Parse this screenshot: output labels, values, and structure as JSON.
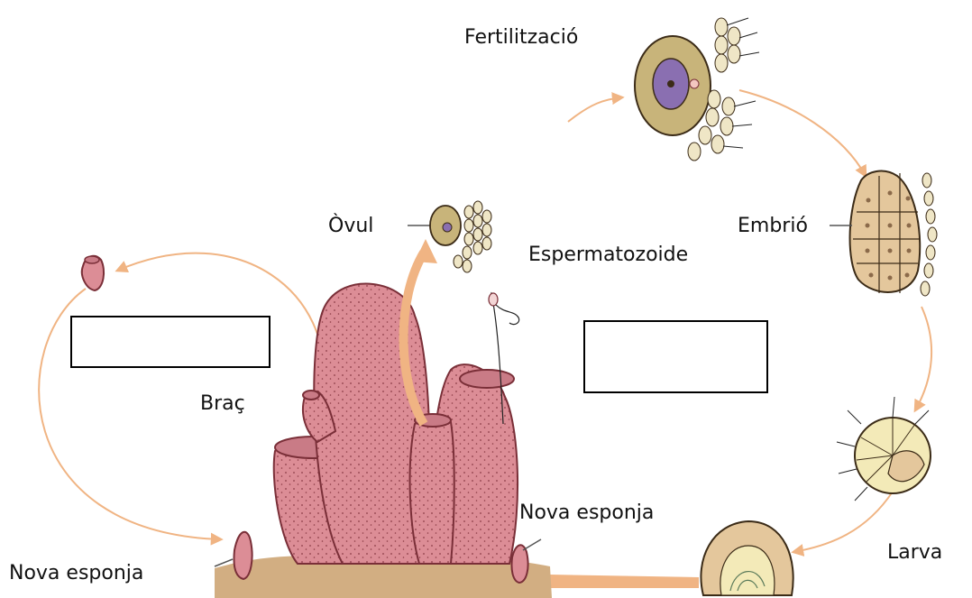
{
  "labels": {
    "fertilization": "Fertilització",
    "ovule": "Òvul",
    "embryo": "Embrió",
    "sperm": "Espermatozoide",
    "bud": "Braç",
    "new_sponge_left": "Nova esponja",
    "new_sponge_right": "Nova esponja",
    "larva": "Larva"
  },
  "blank_boxes": [
    "",
    ""
  ],
  "colors": {
    "arrow": "#f0b483",
    "sponge_fill": "#dc8d96",
    "sponge_dark": "#8c3c46",
    "cell_tan": "#d8c9a0",
    "egg_fill": "#c8b47a",
    "nucleus": "#8a6fb1",
    "ground": "#d2ae82"
  }
}
